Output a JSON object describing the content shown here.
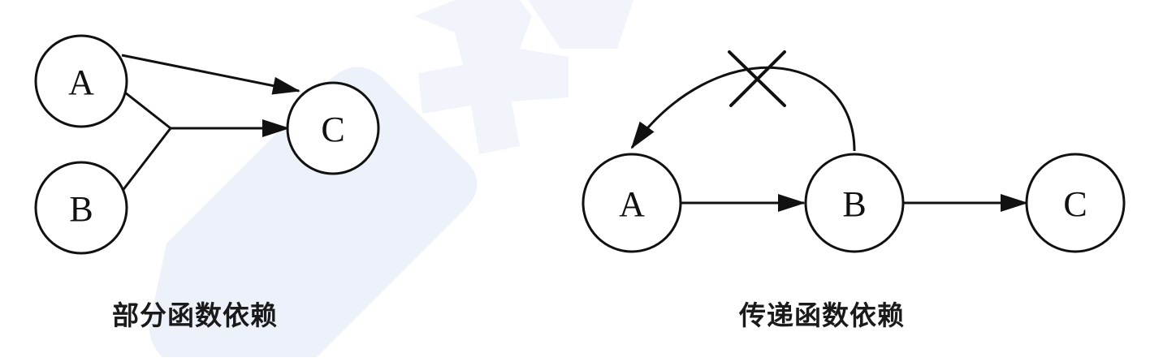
{
  "diagrams": [
    {
      "caption": "部分函数依赖",
      "nodes": {
        "a": "A",
        "b": "B",
        "c": "C"
      }
    },
    {
      "caption": "传递函数依赖",
      "nodes": {
        "a": "A",
        "b": "B",
        "c": "C"
      }
    }
  ],
  "colors": {
    "ink": "#111111",
    "watermark": "#e8eef9"
  }
}
